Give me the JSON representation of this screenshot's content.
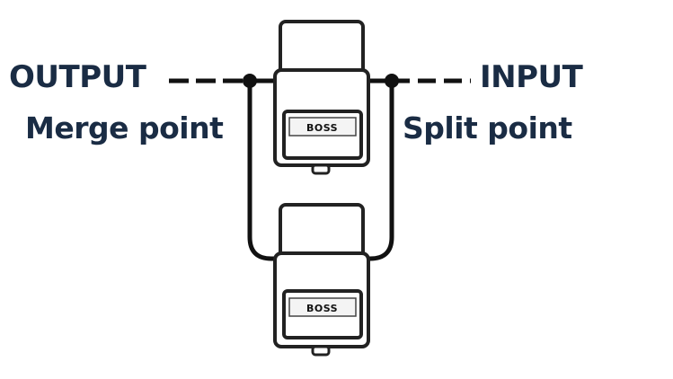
{
  "diagram": {
    "labels": {
      "output": "OUTPUT",
      "merge_point": "Merge point",
      "input": "INPUT",
      "split_point": "Split point"
    },
    "pedals": [
      {
        "position": "top",
        "brand_logo": "BOSS"
      },
      {
        "position": "bottom",
        "brand_logo": "BOSS"
      }
    ],
    "colors": {
      "label_text": "#1a2c44",
      "line": "#111111",
      "pedal_outline": "#222222",
      "background": "#ffffff"
    },
    "icons": [
      "merge-node-icon",
      "split-node-icon",
      "effect-pedal-icon"
    ]
  }
}
